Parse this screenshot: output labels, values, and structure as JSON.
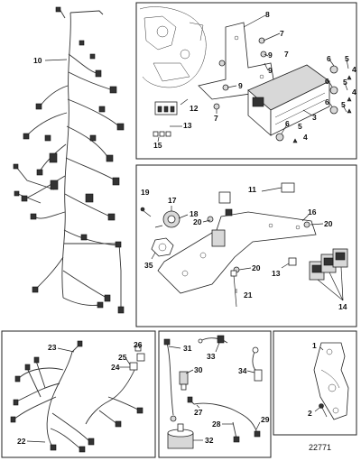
{
  "figure_number": "22771",
  "callouts": {
    "c1": "1",
    "c2": "2",
    "c3": "3",
    "c4a": "4",
    "c4b": "4",
    "c4c": "4",
    "c5a": "5",
    "c5b": "5",
    "c5c": "5",
    "c6a": "6",
    "c6b": "6",
    "c6c": "6",
    "c7a": "7",
    "c7b": "7",
    "c7c": "7",
    "c8": "8",
    "c9a": "9",
    "c9b": "9",
    "c10": "10",
    "c11": "11",
    "c12": "12",
    "c13a": "13",
    "c13b": "13",
    "c14": "14",
    "c15": "15",
    "c16": "16",
    "c17": "17",
    "c18": "18",
    "c19": "19",
    "c20a": "20",
    "c20b": "20",
    "c20c": "20",
    "c21": "21",
    "c22": "22",
    "c23": "23",
    "c24": "24",
    "c25": "25",
    "c26": "26",
    "c27": "27",
    "c28": "28",
    "c29": "29",
    "c30": "30",
    "c31": "31",
    "c32": "32",
    "c33": "33",
    "c34": "34",
    "c35": "35"
  }
}
